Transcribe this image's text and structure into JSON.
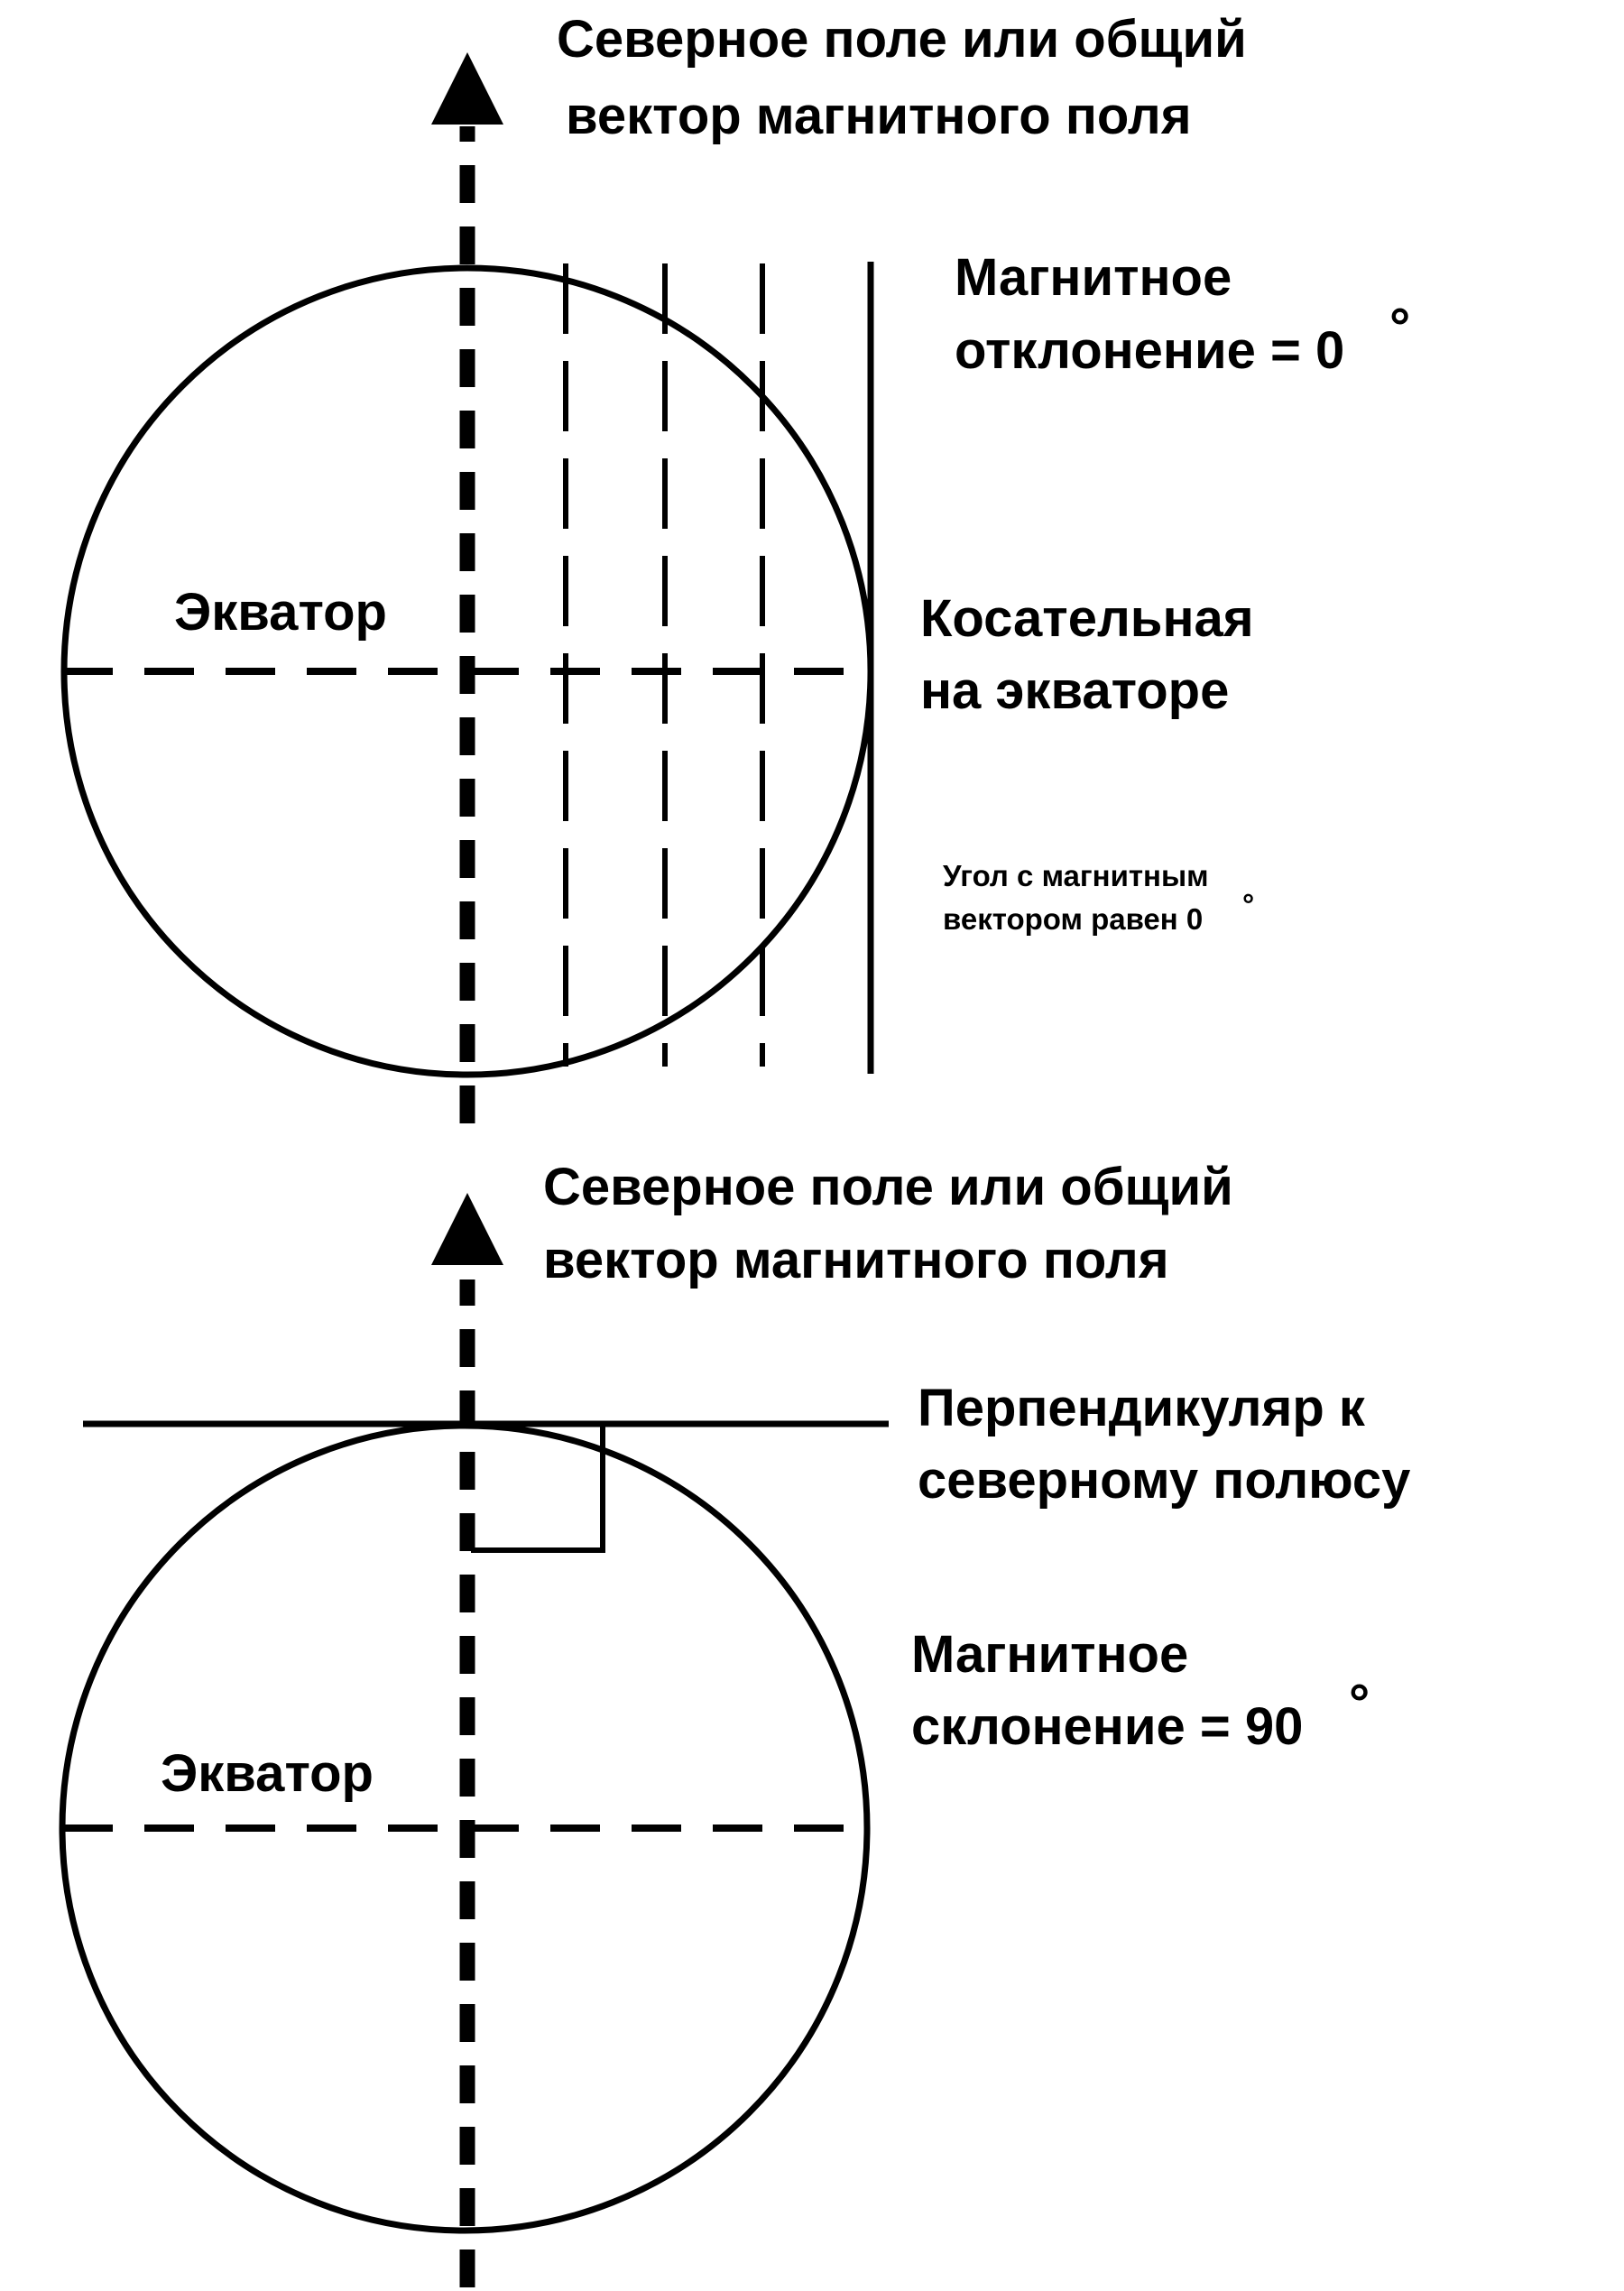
{
  "colors": {
    "background": "#ffffff",
    "ink": "#000000"
  },
  "top_panel": {
    "vector_label_line1": "Северное поле или общий",
    "vector_label_line2": "вектор магнитного поля",
    "deviation_line1": "Магнитное",
    "deviation_line2": "отклонение = 0",
    "deviation_degree": "°",
    "equator_label": "Экватор",
    "tangent_line1": "Косательная",
    "tangent_line2": "на экваторе",
    "angle_line1": "Угол с магнитным",
    "angle_line2": "вектором равен  0",
    "angle_degree": "°"
  },
  "bottom_panel": {
    "vector_label_line1": "Северное поле или общий",
    "vector_label_line2": "вектор магнитного поля",
    "perpendicular_line1": "Перпендикуляр к",
    "perpendicular_line2": "северному полюсу",
    "declination_line1": "Магнитное",
    "declination_line2": "склонение = 90",
    "declination_degree": "°",
    "equator_label": "Экватор"
  }
}
